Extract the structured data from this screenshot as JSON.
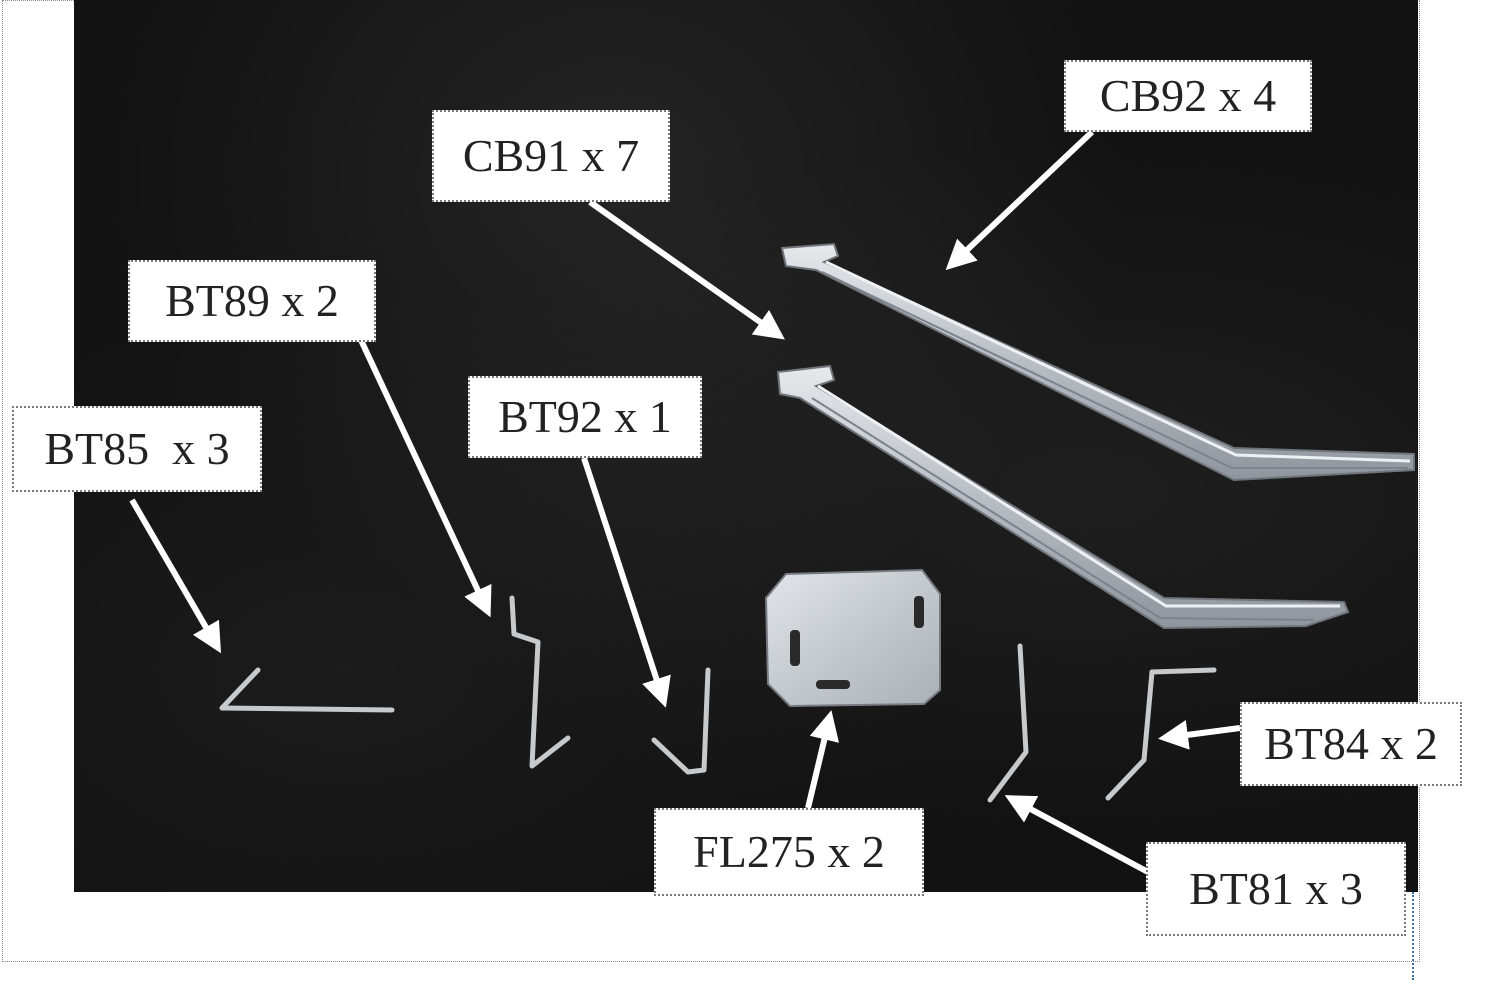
{
  "labels": {
    "cb92": "CB92 x 4",
    "cb91": "CB91 x 7",
    "bt89": "BT89 x 2",
    "bt92": "BT92 x 1",
    "bt85": "BT85  x 3",
    "bt84": "BT84 x 2",
    "fl275": "FL275 x 2",
    "bt81": "BT81 x 3"
  },
  "colors": {
    "background": "#121212",
    "metal": "#c8ccd0",
    "label_bg": "#ffffff",
    "arrow": "#ffffff"
  }
}
